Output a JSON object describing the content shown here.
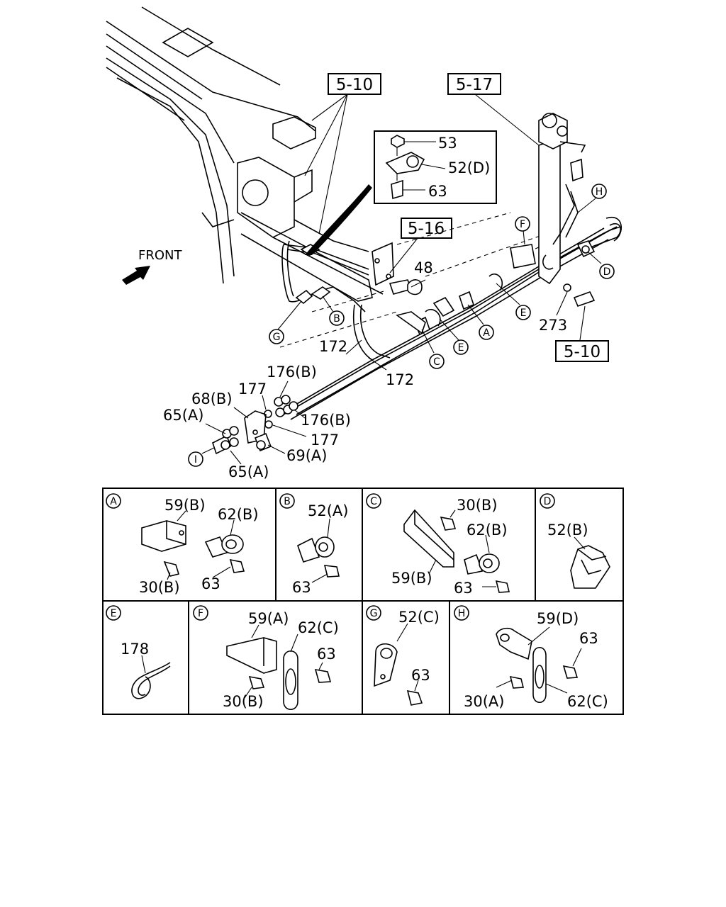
{
  "main_view": {
    "front_label": "FRONT",
    "refs": {
      "r5_10a": "5-10",
      "r5_17": "5-17",
      "r5_16": "5-16",
      "r5_10b": "5-10"
    },
    "markers": {
      "H": "H",
      "F": "F",
      "D": "D",
      "E1": "E",
      "E2": "E",
      "A": "A",
      "C": "C",
      "B": "B",
      "G": "G",
      "I": "I"
    },
    "labels": {
      "p53": "53",
      "p52d": "52(D)",
      "p63": "63",
      "p48": "48",
      "p273": "273",
      "p172a": "172",
      "p172b": "172",
      "p176b1": "176(B)",
      "p176b2": "176(B)",
      "p177a": "177",
      "p177b": "177",
      "p68b": "68(B)",
      "p65a1": "65(A)",
      "p65a2": "65(A)",
      "p69a": "69(A)"
    }
  },
  "details": {
    "A": {
      "key": "A",
      "labels": [
        "59(B)",
        "62(B)",
        "30(B)",
        "63"
      ]
    },
    "B": {
      "key": "B",
      "labels": [
        "52(A)",
        "63"
      ]
    },
    "C": {
      "key": "C",
      "labels": [
        "30(B)",
        "62(B)",
        "59(B)",
        "63"
      ]
    },
    "D": {
      "key": "D",
      "labels": [
        "52(B)"
      ]
    },
    "E": {
      "key": "E",
      "labels": [
        "178"
      ]
    },
    "F": {
      "key": "F",
      "labels": [
        "59(A)",
        "62(C)",
        "63",
        "30(B)"
      ]
    },
    "G": {
      "key": "G",
      "labels": [
        "52(C)",
        "63"
      ]
    },
    "H": {
      "key": "H",
      "labels": [
        "59(D)",
        "63",
        "30(A)",
        "62(C)"
      ]
    }
  },
  "icons": {
    "front_arrow": "front-arrow-icon"
  }
}
